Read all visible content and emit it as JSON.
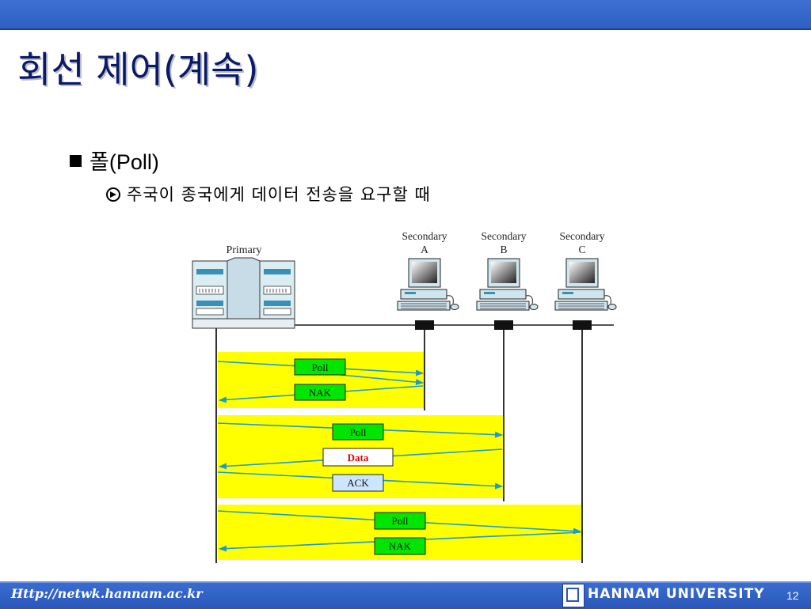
{
  "slide": {
    "title": "회선 제어(계속)",
    "bullet_level1": "폴(Poll)",
    "bullet_level2": "주국이 종국에게 데이터 전송을 요구할 때"
  },
  "diagram": {
    "primary_label": "Primary",
    "secondaries": [
      {
        "line1": "Secondary",
        "line2": "A"
      },
      {
        "line1": "Secondary",
        "line2": "B"
      },
      {
        "line1": "Secondary",
        "line2": "C"
      }
    ],
    "exchanges": [
      {
        "messages": [
          "Poll",
          "NAK"
        ]
      },
      {
        "messages": [
          "Poll",
          "Data",
          "ACK"
        ]
      },
      {
        "messages": [
          "Poll",
          "NAK"
        ]
      }
    ],
    "colors": {
      "highlight_band": "#ffff00",
      "control_frame": "#00e600",
      "data_frame": "#ffffff",
      "ack_frame": "#cce6ff",
      "data_text": "#e00000",
      "arrow": "#1a9bd0"
    }
  },
  "footer": {
    "url": "Http://netwk.hannam.ac.kr",
    "university": "HANNAM  UNIVERSITY",
    "page_number": "12"
  }
}
